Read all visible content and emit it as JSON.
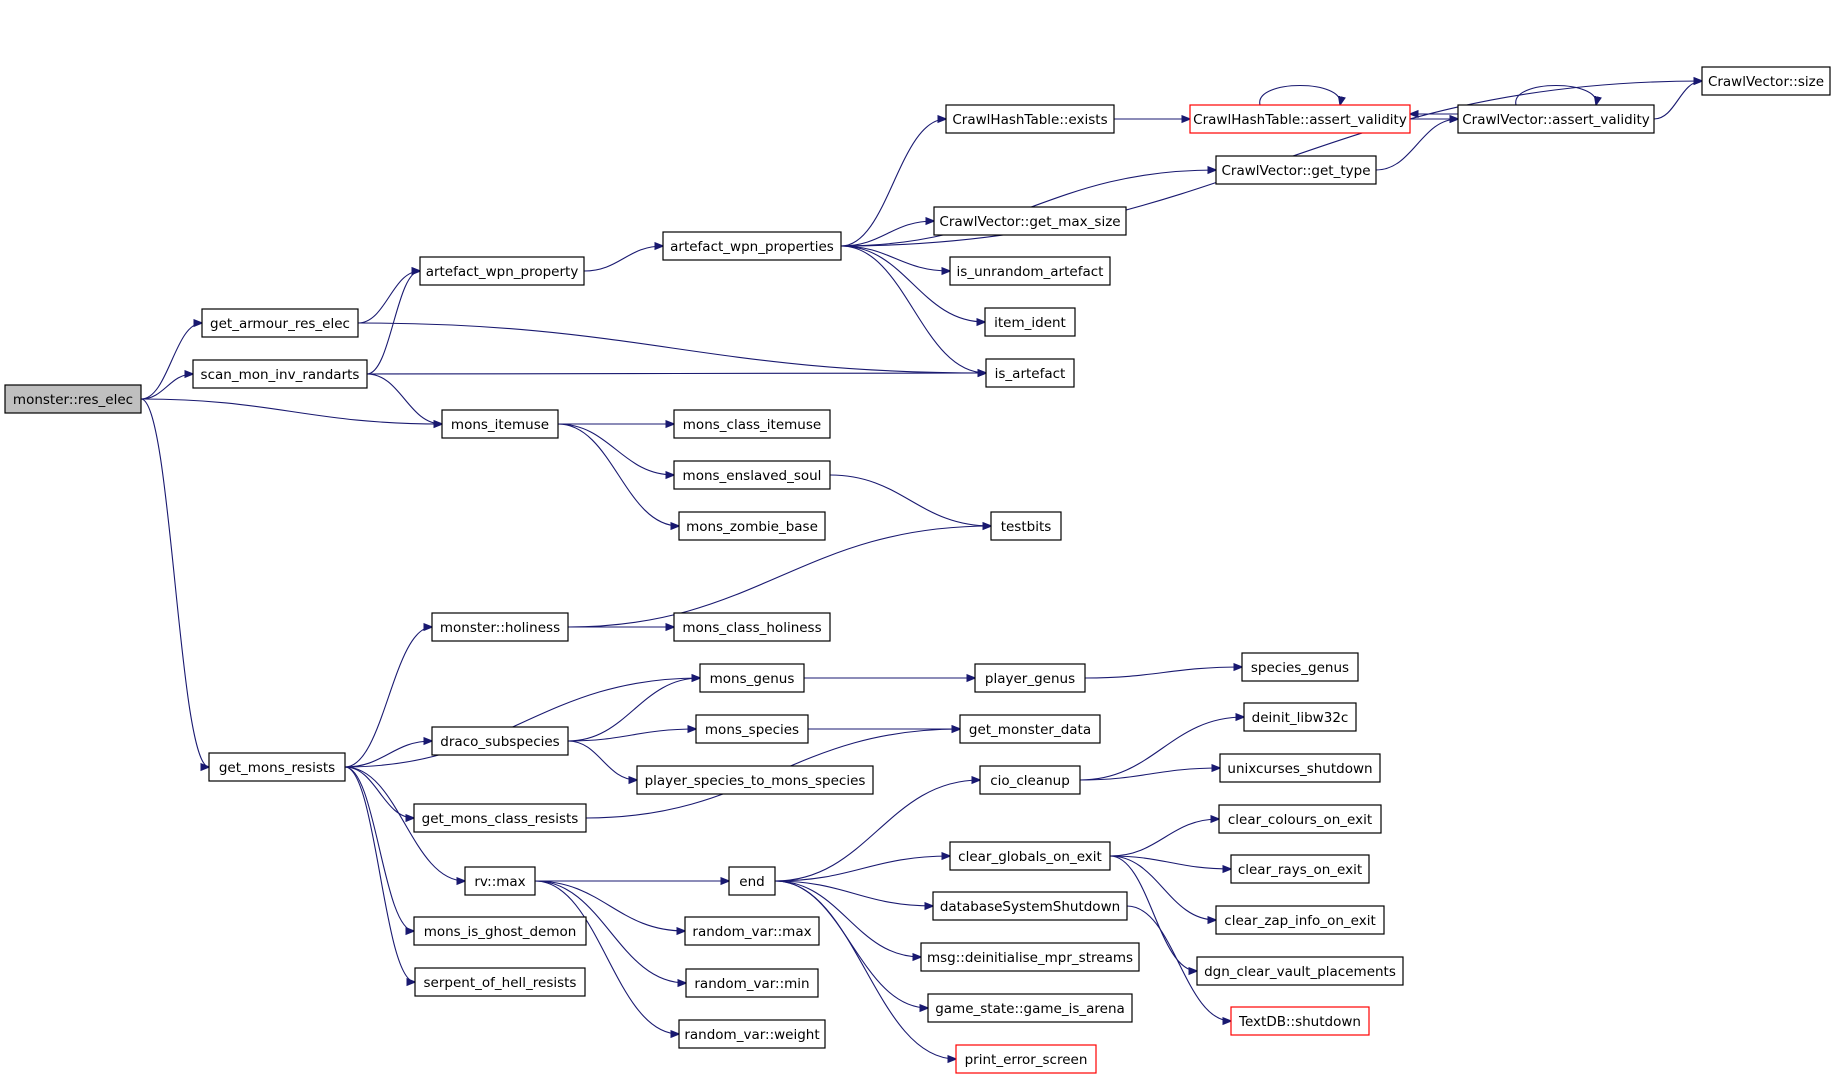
{
  "graph": {
    "nodes": [
      {
        "id": "monster_res_elec",
        "label": "monster::res_elec",
        "style": "root"
      },
      {
        "id": "get_armour_res_elec",
        "label": "get_armour_res_elec",
        "style": "normal"
      },
      {
        "id": "scan_mon_inv_randarts",
        "label": "scan_mon_inv_randarts",
        "style": "normal"
      },
      {
        "id": "artefact_wpn_property",
        "label": "artefact_wpn_property",
        "style": "normal"
      },
      {
        "id": "artefact_wpn_properties",
        "label": "artefact_wpn_properties",
        "style": "normal"
      },
      {
        "id": "CrawlHashTable_exists",
        "label": "CrawlHashTable::exists",
        "style": "normal"
      },
      {
        "id": "CrawlHashTable_assert_validity",
        "label": "CrawlHashTable::assert_validity",
        "style": "truncated"
      },
      {
        "id": "CrawlVector_assert_validity",
        "label": "CrawlVector::assert_validity",
        "style": "normal"
      },
      {
        "id": "CrawlVector_size",
        "label": "CrawlVector::size",
        "style": "normal"
      },
      {
        "id": "CrawlVector_get_type",
        "label": "CrawlVector::get_type",
        "style": "normal"
      },
      {
        "id": "CrawlVector_get_max_size",
        "label": "CrawlVector::get_max_size",
        "style": "normal"
      },
      {
        "id": "is_unrandom_artefact",
        "label": "is_unrandom_artefact",
        "style": "normal"
      },
      {
        "id": "item_ident",
        "label": "item_ident",
        "style": "normal"
      },
      {
        "id": "is_artefact",
        "label": "is_artefact",
        "style": "normal"
      },
      {
        "id": "mons_itemuse",
        "label": "mons_itemuse",
        "style": "normal"
      },
      {
        "id": "mons_class_itemuse",
        "label": "mons_class_itemuse",
        "style": "normal"
      },
      {
        "id": "mons_enslaved_soul",
        "label": "mons_enslaved_soul",
        "style": "normal"
      },
      {
        "id": "mons_zombie_base",
        "label": "mons_zombie_base",
        "style": "normal"
      },
      {
        "id": "testbits",
        "label": "testbits",
        "style": "normal"
      },
      {
        "id": "monster_holiness",
        "label": "monster::holiness",
        "style": "normal"
      },
      {
        "id": "mons_class_holiness",
        "label": "mons_class_holiness",
        "style": "normal"
      },
      {
        "id": "mons_genus",
        "label": "mons_genus",
        "style": "normal"
      },
      {
        "id": "player_genus",
        "label": "player_genus",
        "style": "normal"
      },
      {
        "id": "species_genus",
        "label": "species_genus",
        "style": "normal"
      },
      {
        "id": "get_mons_resists",
        "label": "get_mons_resists",
        "style": "normal"
      },
      {
        "id": "draco_subspecies",
        "label": "draco_subspecies",
        "style": "normal"
      },
      {
        "id": "mons_species",
        "label": "mons_species",
        "style": "normal"
      },
      {
        "id": "get_monster_data",
        "label": "get_monster_data",
        "style": "normal"
      },
      {
        "id": "player_species_to_mons_species",
        "label": "player_species_to_mons_species",
        "style": "normal"
      },
      {
        "id": "get_mons_class_resists",
        "label": "get_mons_class_resists",
        "style": "normal"
      },
      {
        "id": "deinit_libw32c",
        "label": "deinit_libw32c",
        "style": "normal"
      },
      {
        "id": "cio_cleanup",
        "label": "cio_cleanup",
        "style": "normal"
      },
      {
        "id": "unixcurses_shutdown",
        "label": "unixcurses_shutdown",
        "style": "normal"
      },
      {
        "id": "clear_colours_on_exit",
        "label": "clear_colours_on_exit",
        "style": "normal"
      },
      {
        "id": "clear_globals_on_exit",
        "label": "clear_globals_on_exit",
        "style": "normal"
      },
      {
        "id": "clear_rays_on_exit",
        "label": "clear_rays_on_exit",
        "style": "normal"
      },
      {
        "id": "rv_max",
        "label": "rv::max",
        "style": "normal"
      },
      {
        "id": "end",
        "label": "end",
        "style": "normal"
      },
      {
        "id": "databaseSystemShutdown",
        "label": "databaseSystemShutdown",
        "style": "normal"
      },
      {
        "id": "clear_zap_info_on_exit",
        "label": "clear_zap_info_on_exit",
        "style": "normal"
      },
      {
        "id": "mons_is_ghost_demon",
        "label": "mons_is_ghost_demon",
        "style": "normal"
      },
      {
        "id": "random_var_max",
        "label": "random_var::max",
        "style": "normal"
      },
      {
        "id": "msg_deinitialise_mpr_streams",
        "label": "msg::deinitialise_mpr_streams",
        "style": "normal"
      },
      {
        "id": "dgn_clear_vault_placements",
        "label": "dgn_clear_vault_placements",
        "style": "normal"
      },
      {
        "id": "serpent_of_hell_resists",
        "label": "serpent_of_hell_resists",
        "style": "normal"
      },
      {
        "id": "random_var_min",
        "label": "random_var::min",
        "style": "normal"
      },
      {
        "id": "game_state_game_is_arena",
        "label": "game_state::game_is_arena",
        "style": "normal"
      },
      {
        "id": "TextDB_shutdown",
        "label": "TextDB::shutdown",
        "style": "truncated"
      },
      {
        "id": "random_var_weight",
        "label": "random_var::weight",
        "style": "normal"
      },
      {
        "id": "print_error_screen",
        "label": "print_error_screen",
        "style": "truncated"
      }
    ],
    "edges": [
      [
        "monster_res_elec",
        "get_armour_res_elec"
      ],
      [
        "monster_res_elec",
        "scan_mon_inv_randarts"
      ],
      [
        "monster_res_elec",
        "mons_itemuse"
      ],
      [
        "monster_res_elec",
        "get_mons_resists"
      ],
      [
        "get_armour_res_elec",
        "artefact_wpn_property"
      ],
      [
        "get_armour_res_elec",
        "is_artefact"
      ],
      [
        "scan_mon_inv_randarts",
        "artefact_wpn_property"
      ],
      [
        "scan_mon_inv_randarts",
        "is_artefact"
      ],
      [
        "scan_mon_inv_randarts",
        "mons_itemuse"
      ],
      [
        "artefact_wpn_property",
        "artefact_wpn_properties"
      ],
      [
        "artefact_wpn_properties",
        "CrawlHashTable_exists"
      ],
      [
        "artefact_wpn_properties",
        "CrawlVector_get_type"
      ],
      [
        "artefact_wpn_properties",
        "CrawlVector_get_max_size"
      ],
      [
        "artefact_wpn_properties",
        "is_unrandom_artefact"
      ],
      [
        "artefact_wpn_properties",
        "item_ident"
      ],
      [
        "artefact_wpn_properties",
        "is_artefact"
      ],
      [
        "artefact_wpn_properties",
        "CrawlVector_size"
      ],
      [
        "CrawlHashTable_exists",
        "CrawlHashTable_assert_validity"
      ],
      [
        "CrawlHashTable_assert_validity",
        "CrawlHashTable_assert_validity"
      ],
      [
        "CrawlHashTable_assert_validity",
        "CrawlVector_assert_validity"
      ],
      [
        "CrawlVector_assert_validity",
        "CrawlHashTable_assert_validity"
      ],
      [
        "CrawlVector_assert_validity",
        "CrawlVector_assert_validity"
      ],
      [
        "CrawlVector_assert_validity",
        "CrawlVector_size"
      ],
      [
        "CrawlVector_get_type",
        "CrawlVector_assert_validity"
      ],
      [
        "mons_itemuse",
        "mons_class_itemuse"
      ],
      [
        "mons_itemuse",
        "mons_enslaved_soul"
      ],
      [
        "mons_itemuse",
        "mons_zombie_base"
      ],
      [
        "mons_enslaved_soul",
        "testbits"
      ],
      [
        "monster_holiness",
        "testbits"
      ],
      [
        "monster_holiness",
        "mons_class_holiness"
      ],
      [
        "get_mons_resists",
        "monster_holiness"
      ],
      [
        "get_mons_resists",
        "mons_genus"
      ],
      [
        "get_mons_resists",
        "draco_subspecies"
      ],
      [
        "get_mons_resists",
        "get_mons_class_resists"
      ],
      [
        "get_mons_resists",
        "rv_max"
      ],
      [
        "get_mons_resists",
        "mons_is_ghost_demon"
      ],
      [
        "get_mons_resists",
        "serpent_of_hell_resists"
      ],
      [
        "draco_subspecies",
        "mons_genus"
      ],
      [
        "draco_subspecies",
        "mons_species"
      ],
      [
        "draco_subspecies",
        "player_species_to_mons_species"
      ],
      [
        "mons_genus",
        "player_genus"
      ],
      [
        "player_genus",
        "species_genus"
      ],
      [
        "mons_species",
        "get_monster_data"
      ],
      [
        "get_mons_class_resists",
        "get_monster_data"
      ],
      [
        "rv_max",
        "end"
      ],
      [
        "rv_max",
        "random_var_max"
      ],
      [
        "rv_max",
        "random_var_min"
      ],
      [
        "rv_max",
        "random_var_weight"
      ],
      [
        "end",
        "cio_cleanup"
      ],
      [
        "end",
        "clear_globals_on_exit"
      ],
      [
        "end",
        "databaseSystemShutdown"
      ],
      [
        "end",
        "msg_deinitialise_mpr_streams"
      ],
      [
        "end",
        "game_state_game_is_arena"
      ],
      [
        "end",
        "print_error_screen"
      ],
      [
        "cio_cleanup",
        "deinit_libw32c"
      ],
      [
        "cio_cleanup",
        "unixcurses_shutdown"
      ],
      [
        "clear_globals_on_exit",
        "clear_colours_on_exit"
      ],
      [
        "clear_globals_on_exit",
        "clear_rays_on_exit"
      ],
      [
        "clear_globals_on_exit",
        "clear_zap_info_on_exit"
      ],
      [
        "clear_globals_on_exit",
        "dgn_clear_vault_placements"
      ],
      [
        "databaseSystemShutdown",
        "TextDB_shutdown"
      ]
    ],
    "colors": {
      "edge": "#191970",
      "node_border": "#000000",
      "truncated_border": "#ff0000",
      "root_fill": "#bfbfbf",
      "background": "#ffffff"
    }
  }
}
